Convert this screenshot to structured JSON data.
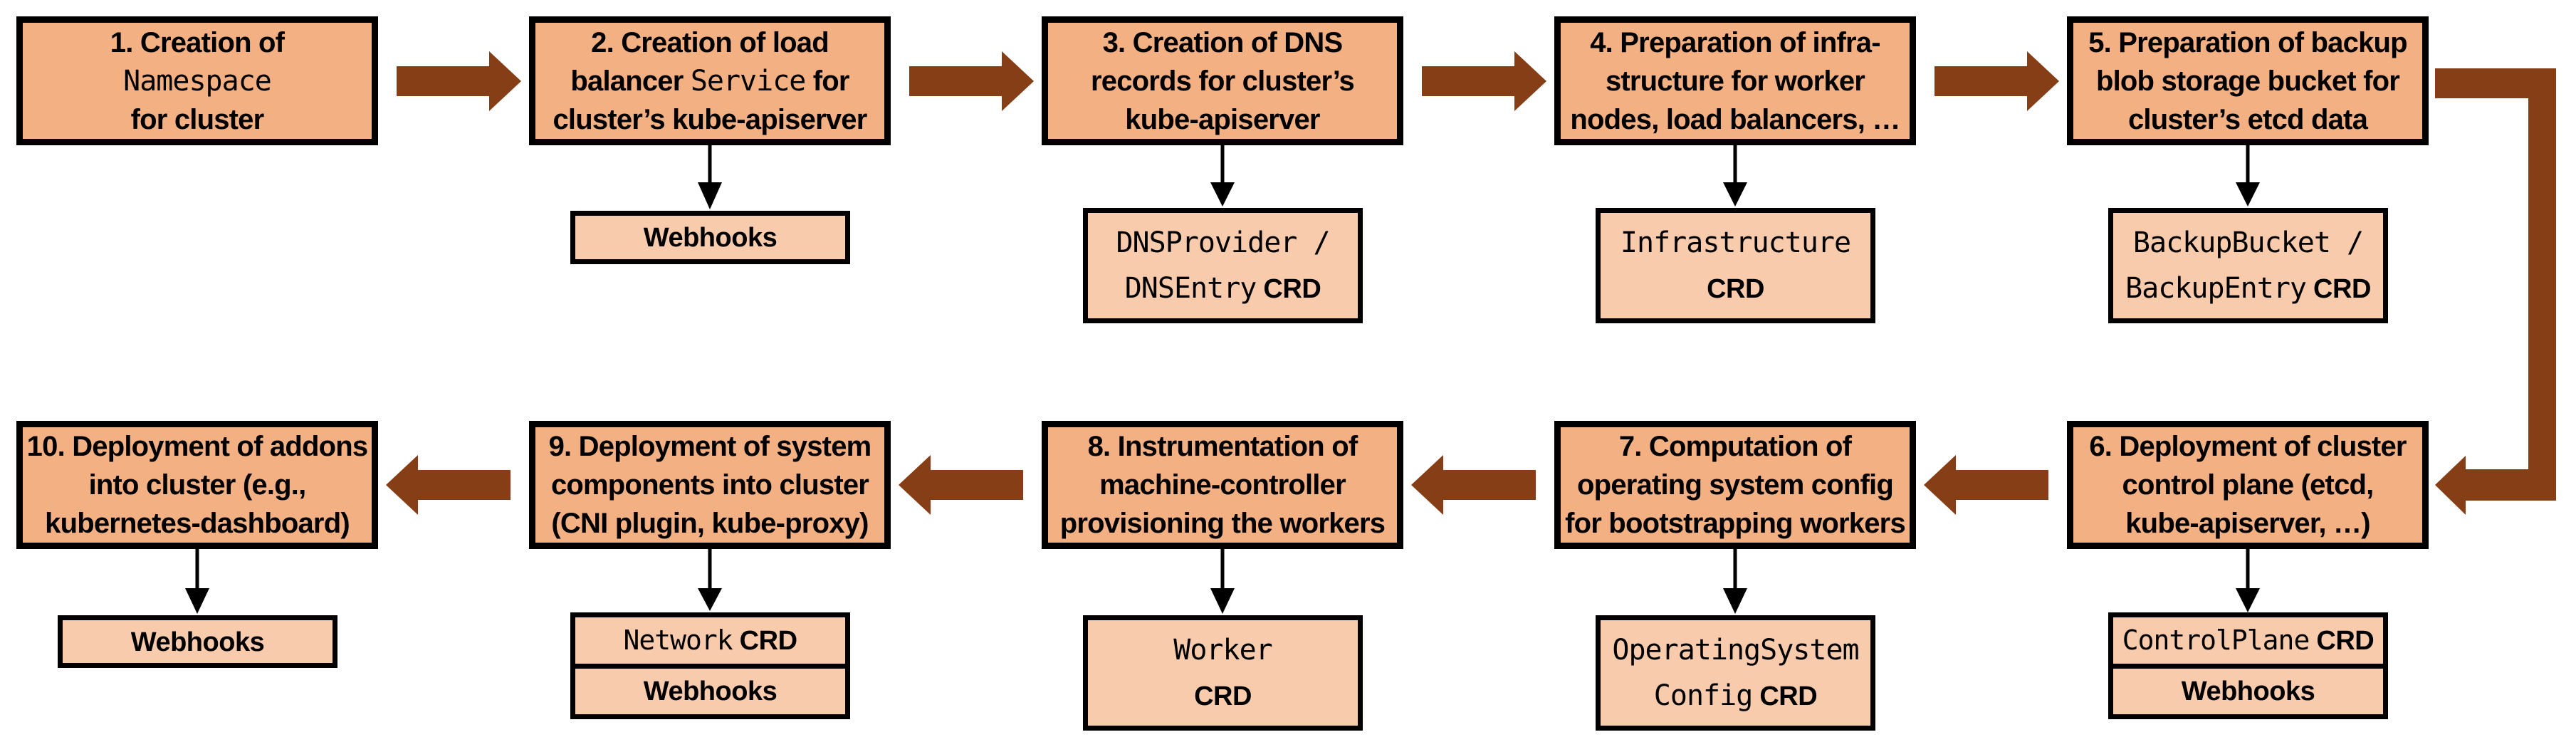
{
  "colors": {
    "box_fill": "#F2B083",
    "sub_fill": "#F8CBAD",
    "arrow": "#853E15",
    "border": "#000000",
    "text": "#000000",
    "background": "#FFFFFF"
  },
  "steps": [
    {
      "lines": [
        [
          {
            "t": "1. Creation of"
          }
        ],
        [
          {
            "t": "Namespace",
            "mono": true
          }
        ],
        [
          {
            "t": "for cluster"
          }
        ]
      ],
      "sub": null
    },
    {
      "lines": [
        [
          {
            "t": "2. Creation of load"
          }
        ],
        [
          {
            "t": "balancer "
          },
          {
            "t": "Service",
            "mono": true
          },
          {
            "t": " for"
          }
        ],
        [
          {
            "t": "cluster’s kube-apiserver"
          }
        ]
      ],
      "sub": {
        "type": "single",
        "lines": [
          [
            {
              "t": "Webhooks",
              "strong": true
            }
          ]
        ]
      }
    },
    {
      "lines": [
        [
          {
            "t": "3. Creation of DNS"
          }
        ],
        [
          {
            "t": "records for cluster’s"
          }
        ],
        [
          {
            "t": "kube-apiserver"
          }
        ]
      ],
      "sub": {
        "type": "single",
        "lines": [
          [
            {
              "t": "DNSProvider /",
              "mono": true
            }
          ],
          [
            {
              "t": "DNSEntry",
              "mono": true
            },
            {
              "t": " CRD",
              "strong": true
            }
          ]
        ]
      }
    },
    {
      "lines": [
        [
          {
            "t": "4. Preparation of infra-"
          }
        ],
        [
          {
            "t": "structure for worker"
          }
        ],
        [
          {
            "t": "nodes, load balancers, …"
          }
        ]
      ],
      "sub": {
        "type": "single",
        "lines": [
          [
            {
              "t": "Infrastructure",
              "mono": true
            }
          ],
          [
            {
              "t": "CRD",
              "strong": true
            }
          ]
        ]
      }
    },
    {
      "lines": [
        [
          {
            "t": "5. Preparation of backup"
          }
        ],
        [
          {
            "t": "blob storage bucket for"
          }
        ],
        [
          {
            "t": "cluster’s etcd data"
          }
        ]
      ],
      "sub": {
        "type": "single",
        "lines": [
          [
            {
              "t": "BackupBucket /",
              "mono": true
            }
          ],
          [
            {
              "t": "BackupEntry",
              "mono": true
            },
            {
              "t": " CRD",
              "strong": true
            }
          ]
        ]
      }
    },
    {
      "lines": [
        [
          {
            "t": "6. Deployment of cluster"
          }
        ],
        [
          {
            "t": "control plane (etcd,"
          }
        ],
        [
          {
            "t": "kube-apiserver, …)"
          }
        ]
      ],
      "sub": {
        "type": "stacked",
        "cells": [
          [
            {
              "t": "ControlPlane",
              "mono": true
            },
            {
              "t": " CRD",
              "strong": true
            }
          ],
          [
            {
              "t": "Webhooks",
              "strong": true
            }
          ]
        ]
      }
    },
    {
      "lines": [
        [
          {
            "t": "7. Computation of"
          }
        ],
        [
          {
            "t": "operating system config"
          }
        ],
        [
          {
            "t": "for bootstrapping workers"
          }
        ]
      ],
      "sub": {
        "type": "single",
        "lines": [
          [
            {
              "t": "OperatingSystem",
              "mono": true
            }
          ],
          [
            {
              "t": "Config",
              "mono": true
            },
            {
              "t": " CRD",
              "strong": true
            }
          ]
        ]
      }
    },
    {
      "lines": [
        [
          {
            "t": "8. Instrumentation of"
          }
        ],
        [
          {
            "t": "machine-controller"
          }
        ],
        [
          {
            "t": "provisioning the workers"
          }
        ]
      ],
      "sub": {
        "type": "single",
        "lines": [
          [
            {
              "t": "Worker",
              "mono": true
            }
          ],
          [
            {
              "t": "CRD",
              "strong": true
            }
          ]
        ]
      }
    },
    {
      "lines": [
        [
          {
            "t": "9. Deployment of system"
          }
        ],
        [
          {
            "t": "components into cluster"
          }
        ],
        [
          {
            "t": "(CNI plugin, kube-proxy)"
          }
        ]
      ],
      "sub": {
        "type": "stacked",
        "cells": [
          [
            {
              "t": "Network",
              "mono": true
            },
            {
              "t": " CRD",
              "strong": true
            }
          ],
          [
            {
              "t": "Webhooks",
              "strong": true
            }
          ]
        ]
      }
    },
    {
      "lines": [
        [
          {
            "t": "10. Deployment of addons"
          }
        ],
        [
          {
            "t": "into cluster (e.g.,"
          }
        ],
        [
          {
            "t": "kubernetes-dashboard)"
          }
        ]
      ],
      "sub": {
        "type": "single",
        "lines": [
          [
            {
              "t": "Webhooks",
              "strong": true
            }
          ]
        ]
      }
    }
  ]
}
